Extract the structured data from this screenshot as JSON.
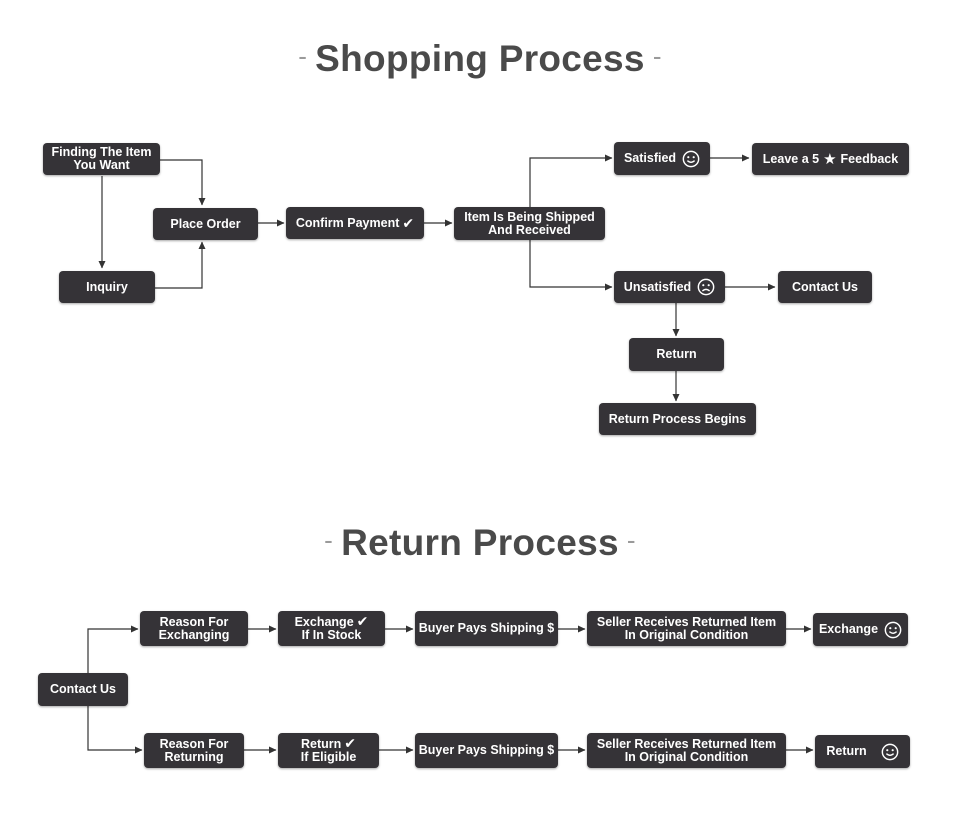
{
  "titles": {
    "shopping": "Shopping Process",
    "return": "Return Process",
    "dash": "-"
  },
  "shopping": {
    "finding": "Finding The Item\nYou Want",
    "inquiry": "Inquiry",
    "place_order": "Place Order",
    "confirm_payment": "Confirm Payment",
    "shipped": "Item Is Being Shipped\nAnd Received",
    "satisfied": "Satisfied",
    "unsatisfied": "Unsatisfied",
    "feedback_prefix": "Leave a 5",
    "feedback_suffix": "Feedback",
    "contact_us": "Contact Us",
    "return": "Return",
    "return_begins": "Return Process Begins"
  },
  "returns": {
    "contact_us": "Contact Us",
    "reason_exchanging": "Reason For\nExchanging",
    "exchange_if_stock_1": "Exchange",
    "exchange_if_stock_2": "If In Stock",
    "buyer_pays_1": "Buyer Pays Shipping $",
    "seller_receives_1": "Seller Receives Returned Item\nIn Original Condition",
    "exchange": "Exchange",
    "reason_returning": "Reason For\nReturning",
    "return_if_eligible_1": "Return",
    "return_if_eligible_2": "If Eligible",
    "buyer_pays_2": "Buyer Pays Shipping $",
    "seller_receives_2": "Seller Receives Returned Item\nIn Original Condition",
    "return": "Return"
  },
  "icons": {
    "check": "check-icon",
    "star": "star-icon",
    "smile": "smiley-face-icon",
    "frown": "sad-face-icon"
  },
  "colors": {
    "node_fill": "#353337",
    "node_text": "#ffffff",
    "title_text": "#4a4a4a",
    "connector": "#333333"
  }
}
